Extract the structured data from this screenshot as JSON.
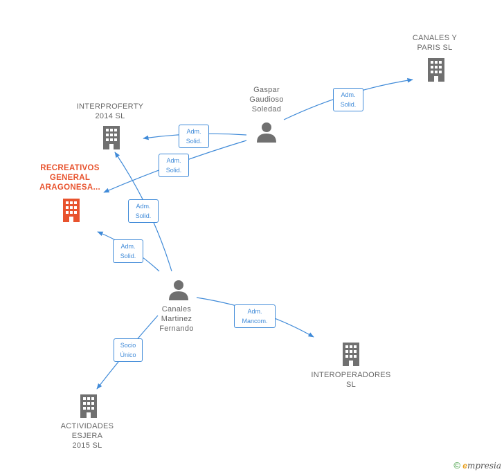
{
  "nodes": {
    "canales_paris": {
      "label": "CANALES Y\nPARIS  SL",
      "type": "company",
      "icon": "building-icon"
    },
    "interproferty": {
      "label": "INTERPROFERTY\n2014  SL",
      "type": "company",
      "icon": "building-icon"
    },
    "recreativos": {
      "label": "RECREATIVOS\nGENERAL\nARAGONESA...",
      "type": "company-focus",
      "icon": "building-icon"
    },
    "gaspar": {
      "label": "Gaspar\nGaudioso\nSoledad",
      "type": "person",
      "icon": "person-icon"
    },
    "canales_martinez": {
      "label": "Canales\nMartinez\nFernando",
      "type": "person",
      "icon": "person-icon"
    },
    "interoperadores": {
      "label": "INTEROPERADORES\nSL",
      "type": "company",
      "icon": "building-icon"
    },
    "actividades": {
      "label": "ACTIVIDADES\nESJERA\n2015 SL",
      "type": "company",
      "icon": "building-icon"
    }
  },
  "edges": [
    {
      "from": "gaspar",
      "to": "canales_paris",
      "label": "Adm.\nSolid."
    },
    {
      "from": "gaspar",
      "to": "interproferty",
      "label": "Adm.\nSolid."
    },
    {
      "from": "gaspar",
      "to": "recreativos",
      "label": "Adm.\nSolid."
    },
    {
      "from": "canales_martinez",
      "to": "interproferty",
      "label": "Adm.\nSolid."
    },
    {
      "from": "canales_martinez",
      "to": "recreativos",
      "label": "Adm.\nSolid."
    },
    {
      "from": "canales_martinez",
      "to": "interoperadores",
      "label": "Adm.\nMancom."
    },
    {
      "from": "canales_martinez",
      "to": "actividades",
      "label": "Socio\nÚnico"
    }
  ],
  "colors": {
    "edge": "#3f8ad8",
    "icon": "#707070",
    "focus": "#e8532e",
    "text": "#666666"
  },
  "brand": {
    "copyright": "©",
    "initial": "e",
    "name": "mpresia"
  }
}
